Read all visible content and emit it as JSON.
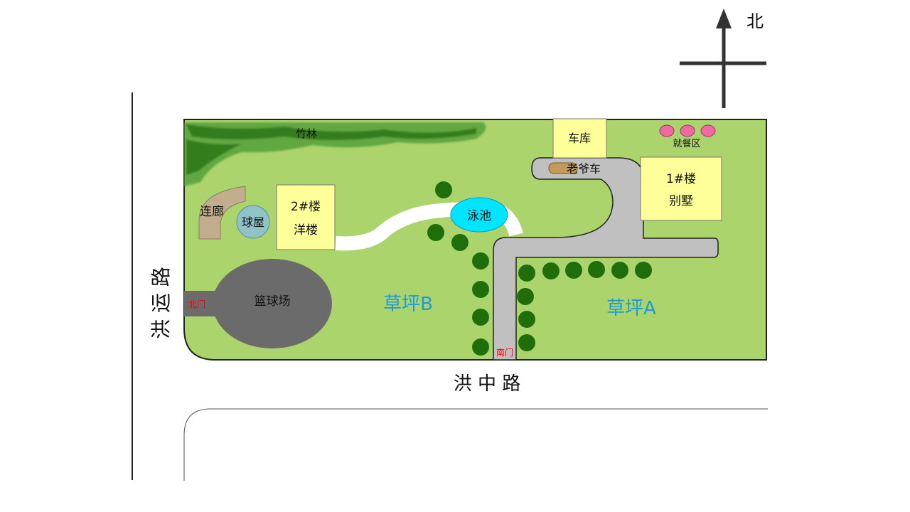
{
  "compass": {
    "north_label": "北"
  },
  "roads": {
    "west": "洪 运 路",
    "south": "洪 中 路"
  },
  "areas": {
    "bamboo": "竹林",
    "garage": "车库",
    "vintage_car": "老爷车",
    "dining": "就餐区",
    "building1": {
      "line1": "1#楼",
      "line2": "别墅"
    },
    "building2": {
      "line1": "2#楼",
      "line2": "洋楼"
    },
    "corridor": "连廊",
    "ball_house": "球屋",
    "pool": "泳池",
    "basketball": "篮球场",
    "lawn_a": "草坪A",
    "lawn_b": "草坪B"
  },
  "gates": {
    "north": "北门",
    "south": "南门"
  },
  "colors": {
    "lawn": "#acd46c",
    "road": "#c0c0c0",
    "building": "#ffff99",
    "pool": "#00e5ff",
    "court": "#6b6b6b",
    "tree": "#1f6e0a",
    "bamboo": "#3a8a24",
    "corridor": "#c2ae8e",
    "ball_house": "#8fc3c8",
    "dining_seat": "#ee6aa0",
    "lawn_label": "#1e9ad6",
    "gate_label": "#ff0000"
  }
}
